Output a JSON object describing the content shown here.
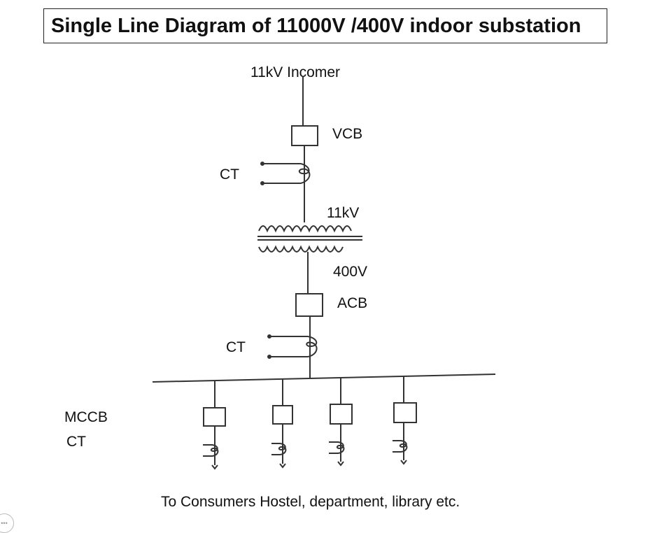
{
  "title": "Single Line Diagram of 11000V /400V indoor substation",
  "labels": {
    "incomer": "11kV Incomer",
    "vcb": "VCB",
    "ct_top": "CT",
    "hv": "11kV",
    "lv": "400V",
    "acb": "ACB",
    "ct_mid": "CT",
    "mccb": "MCCB",
    "ct_feeders": "CT"
  },
  "footer": "To Consumers  Hostel, department, library etc.",
  "feeders": 4,
  "colors": {
    "line": "#333333",
    "text": "#111111",
    "border": "#222222"
  }
}
